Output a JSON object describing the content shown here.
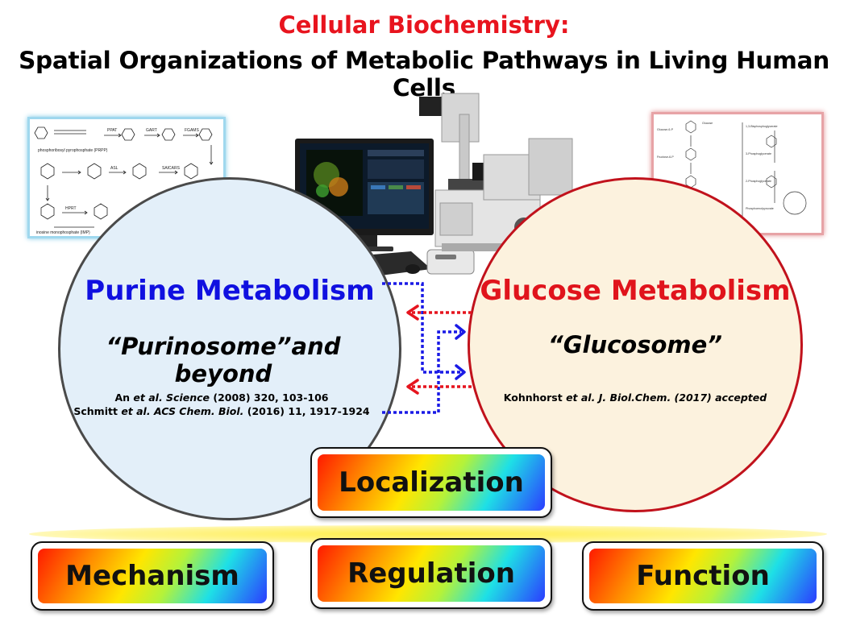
{
  "title": {
    "line1": "Cellular Biochemistry:",
    "line2": "Spatial Organizations  of Metabolic Pathways in Living Human Cells"
  },
  "colors": {
    "title_red": "#e8141e",
    "purine_blue": "#1010e0",
    "glucose_red": "#e0141c",
    "arrow_blue": "#1a1ae6",
    "arrow_red": "#e6141e"
  },
  "purine": {
    "title": "Purine Metabolism",
    "subtitle": "“Purinosome”and beyond",
    "ref1_pre": "An ",
    "ref1_etal": "et al. Science",
    "ref1_post": " (2008) 320, 103-106",
    "ref2_pre": "Schmitt ",
    "ref2_etal": "et al. ACS Chem. Biol.",
    "ref2_post": " (2016) 11, 1917-1924"
  },
  "glucose": {
    "title": "Glucose Metabolism",
    "subtitle": "“Glucosome”",
    "ref_pre": "Kohnhorst ",
    "ref_italic": "et al. J. Biol.Chem. (2017) accepted"
  },
  "boxes": {
    "localization": "Localization",
    "mechanism": "Mechanism",
    "regulation": "Regulation",
    "function": "Function"
  },
  "icons": {
    "microscope": "microscope-workstation-icon",
    "purine_scheme": "purine-pathway-scheme",
    "glycolysis_scheme": "glycolysis-pathway-scheme"
  }
}
